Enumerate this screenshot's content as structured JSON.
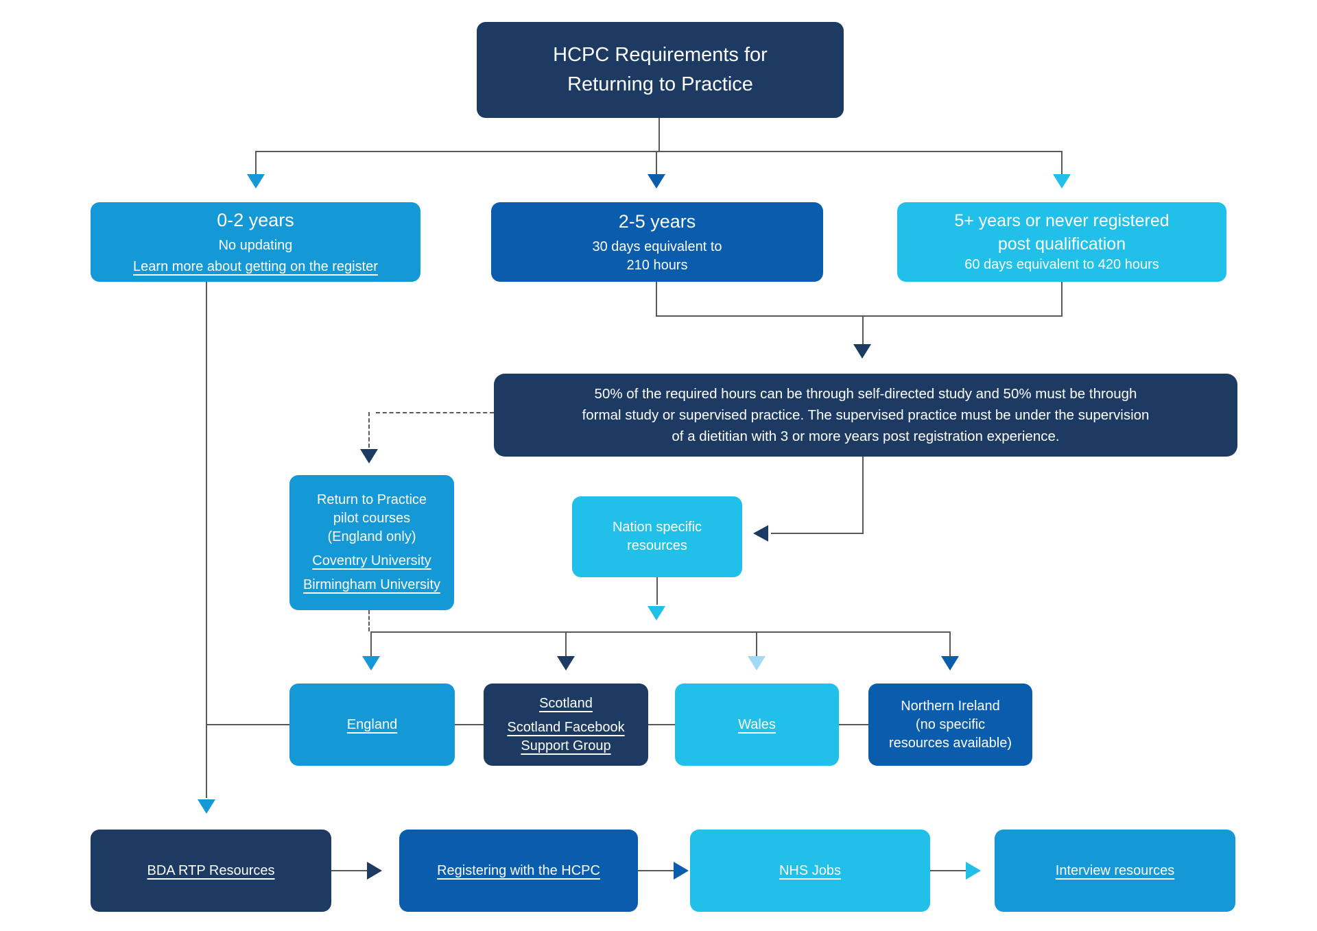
{
  "title": {
    "line1": "HCPC Requirements for",
    "line2": "Returning to Practice"
  },
  "tier1": {
    "heading": "0-2 years",
    "sub": "No updating",
    "link": "Learn more about getting on the register"
  },
  "tier2": {
    "heading": "2-5 years",
    "sub1": "30 days equivalent to",
    "sub2": "210 hours"
  },
  "tier3": {
    "heading1": "5+ years or never registered",
    "heading2": "post qualification",
    "sub": "60 days equivalent to 420 hours"
  },
  "requirement": {
    "line1": "50% of the required hours can be through self-directed study and 50% must be through",
    "line2": "formal study or supervised practice. The supervised practice must be under the supervision",
    "line3": "of a dietitian with 3 or more years post registration experience."
  },
  "pilot": {
    "line1": "Return to Practice",
    "line2": "pilot courses",
    "line3": "(England only)",
    "link1": "Coventry University",
    "link2": "Birmingham University"
  },
  "nation_hub": {
    "line1": "Nation specific",
    "line2": "resources"
  },
  "nations": {
    "england": {
      "link": "England"
    },
    "scotland": {
      "link1": "Scotland",
      "link2a": "Scotland Facebook",
      "link2b": "Support Group"
    },
    "wales": {
      "link": "Wales"
    },
    "northern_ireland": {
      "line1": "Northern Ireland",
      "line2": "(no specific",
      "line3": "resources available)"
    }
  },
  "bottom_row": {
    "bda": "BDA RTP Resources",
    "hcpc": "Registering with the HCPC",
    "nhs": "NHS Jobs",
    "interview": "Interview resources"
  },
  "colors": {
    "navy": "#1d3a63",
    "dark_blue": "#0a5cad",
    "medium_blue": "#1598d6",
    "cyan": "#21c0e8",
    "pale_blue_arrow": "#a5d8f3",
    "connector_gray": "#595959",
    "text": "#ffffff"
  }
}
